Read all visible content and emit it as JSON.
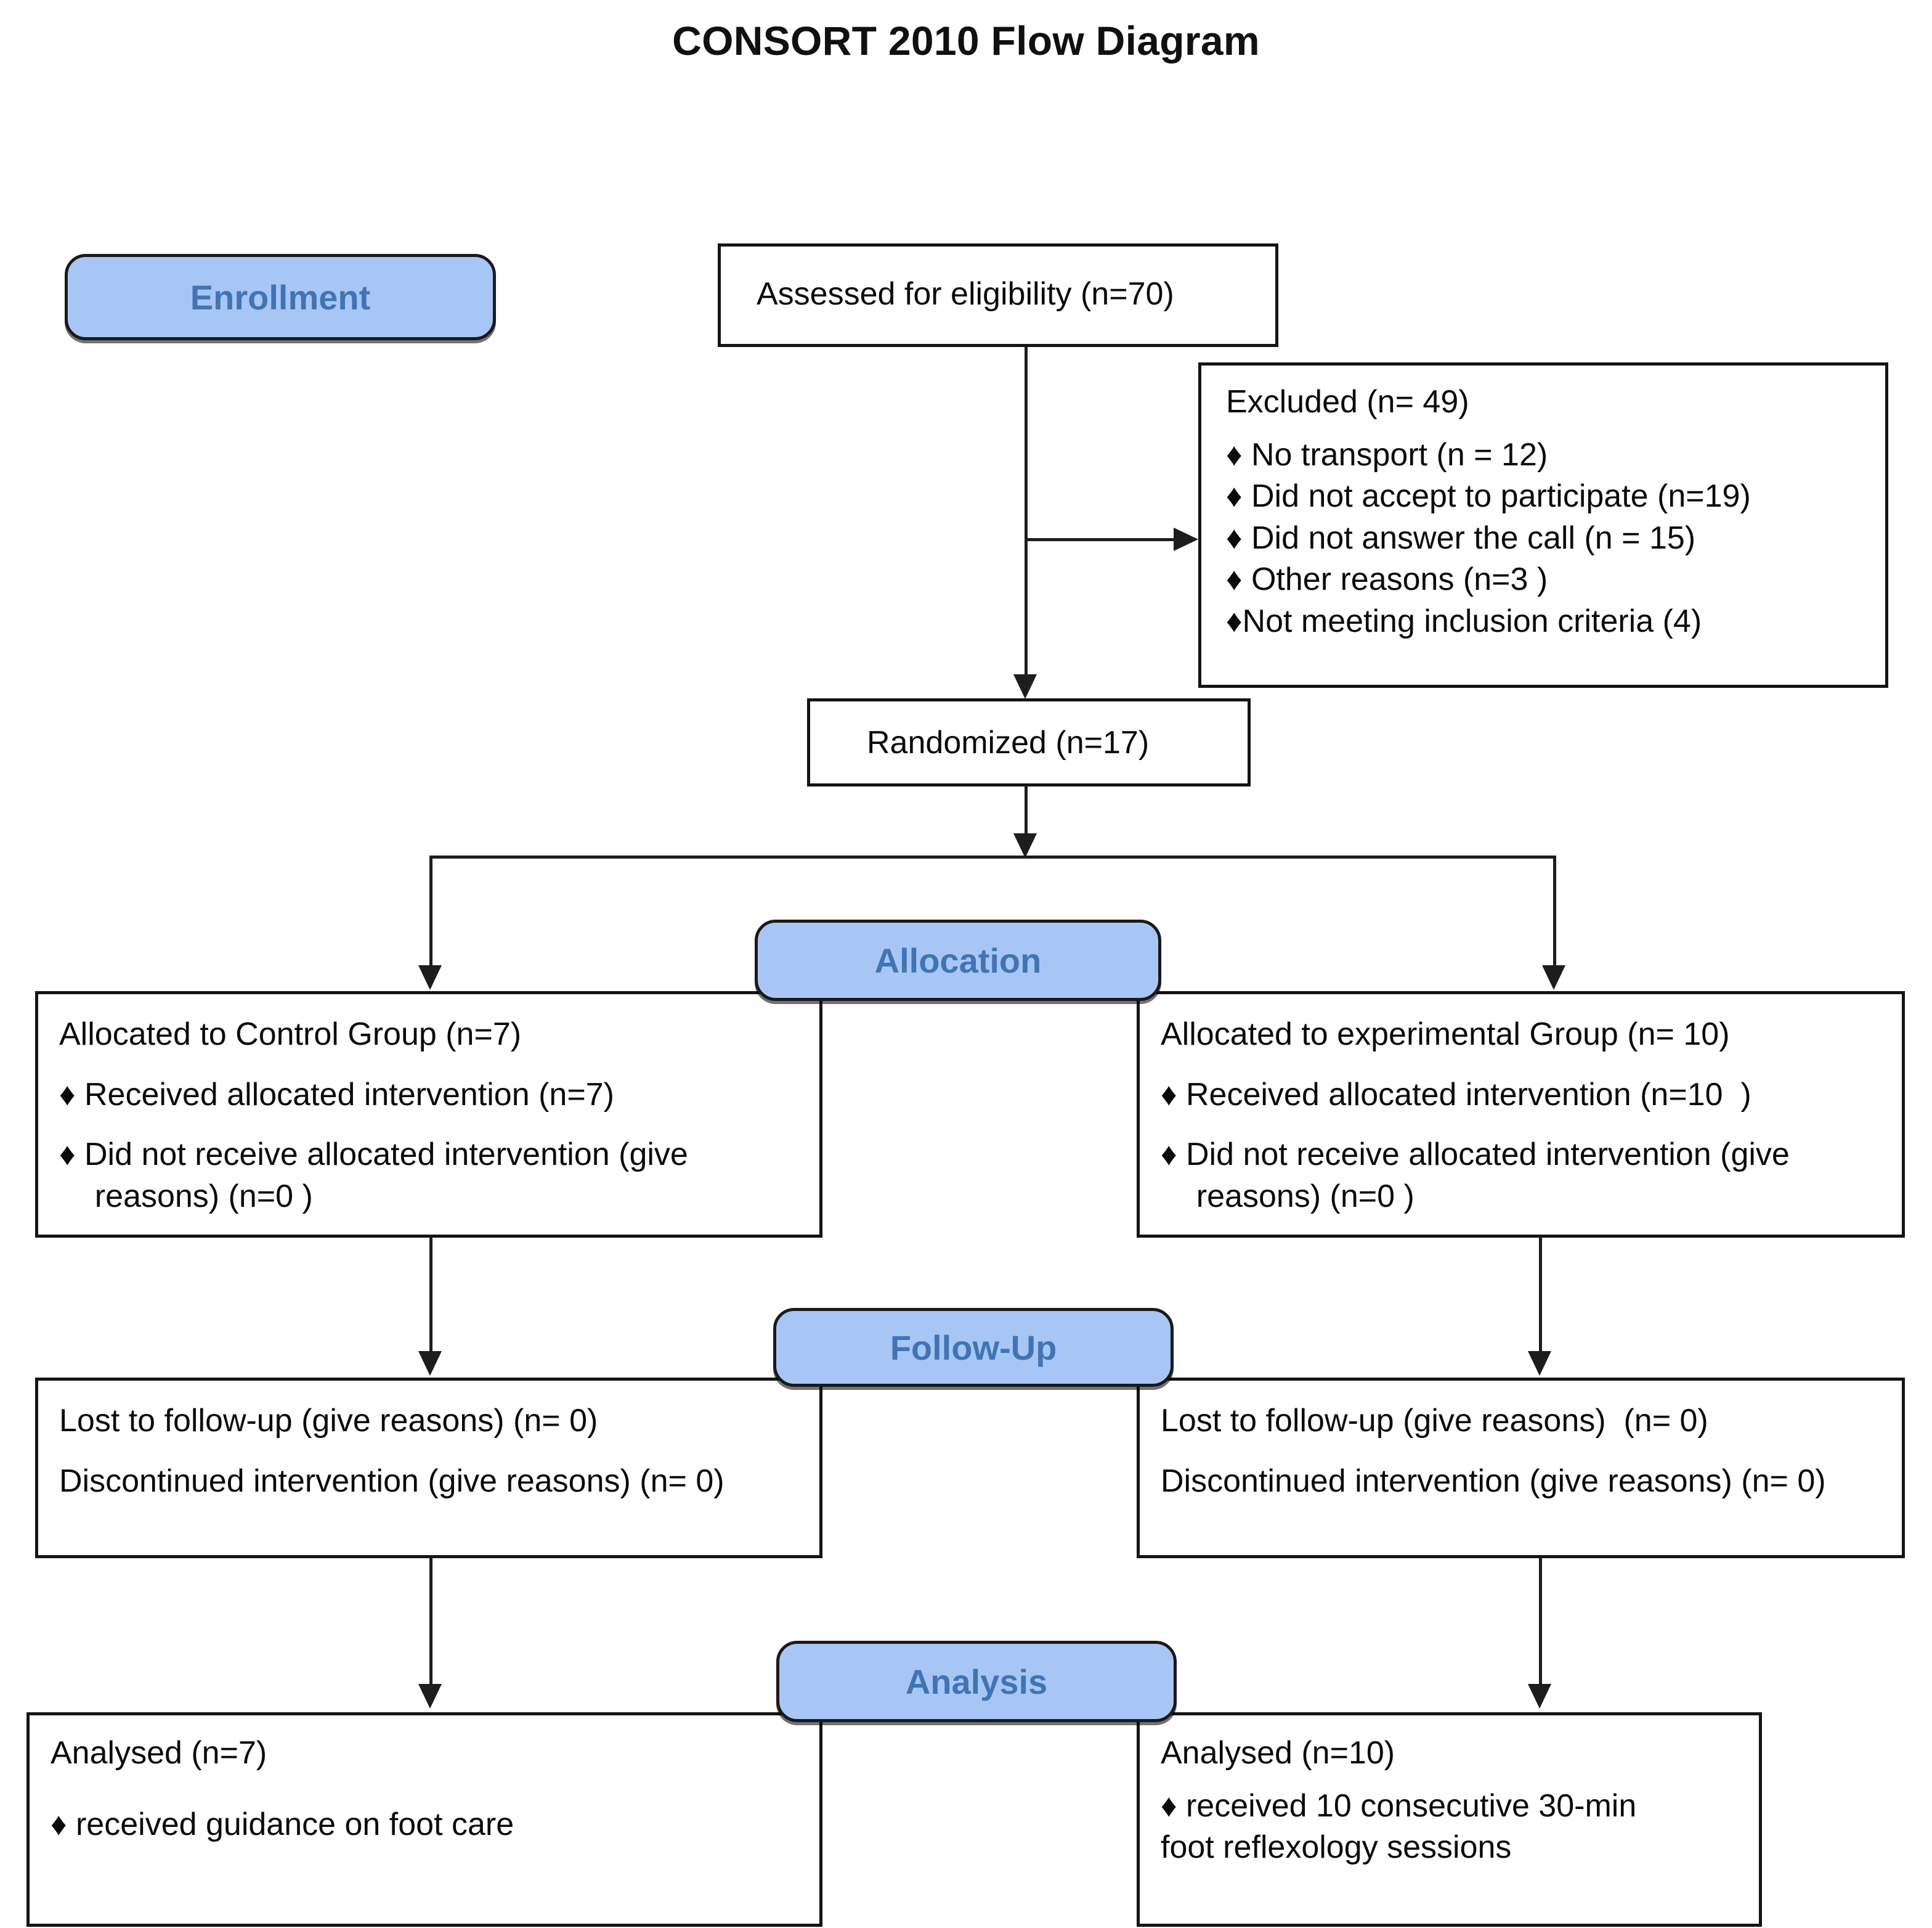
{
  "title": "CONSORT 2010 Flow Diagram",
  "stages": {
    "enrollment": "Enrollment",
    "allocation": "Allocation",
    "followup": "Follow-Up",
    "analysis": "Analysis"
  },
  "nodes": {
    "eligibility": {
      "line1": "Assessed for eligibility (n=70)"
    },
    "excluded": {
      "heading": "Excluded (n= 49)",
      "items": [
        "♦ No transport (n = 12)",
        "♦ Did not accept to participate (n=19)",
        "♦ Did not answer the call (n = 15)",
        "♦ Other reasons (n=3 )",
        "♦Not meeting inclusion criteria (4)"
      ]
    },
    "randomized": {
      "line1": "Randomized (n=17)"
    },
    "alloc_left": {
      "heading": "Allocated to Control Group (n=7)",
      "item1": "♦ Received allocated intervention (n=7)",
      "item2": "♦ Did not receive allocated intervention (give",
      "item2b": "    reasons) (n=0 )"
    },
    "alloc_right": {
      "heading": "Allocated to experimental Group (n= 10)",
      "item1": "♦ Received allocated intervention (n=10  )",
      "item2": "♦ Did not receive allocated intervention (give",
      "item2b": "    reasons) (n=0 )"
    },
    "follow_left": {
      "line1": "Lost to follow-up (give reasons) (n= 0)",
      "line2": "Discontinued intervention (give reasons) (n= 0)"
    },
    "follow_right": {
      "line1": "Lost to follow-up (give reasons)  (n= 0)",
      "line2": "Discontinued intervention (give reasons) (n= 0)"
    },
    "analysis_left": {
      "heading": "Analysed (n=7)",
      "item1": "♦ received guidance on foot care"
    },
    "analysis_right": {
      "heading": "Analysed (n=10)",
      "item1": "♦ received 10 consecutive 30-min",
      "item1b": "foot reflexology sessions"
    }
  },
  "colors": {
    "badge_fill": "#a8c6f5",
    "badge_text": "#3f75b5",
    "line": "#1d1d1d",
    "border": "#141414"
  }
}
